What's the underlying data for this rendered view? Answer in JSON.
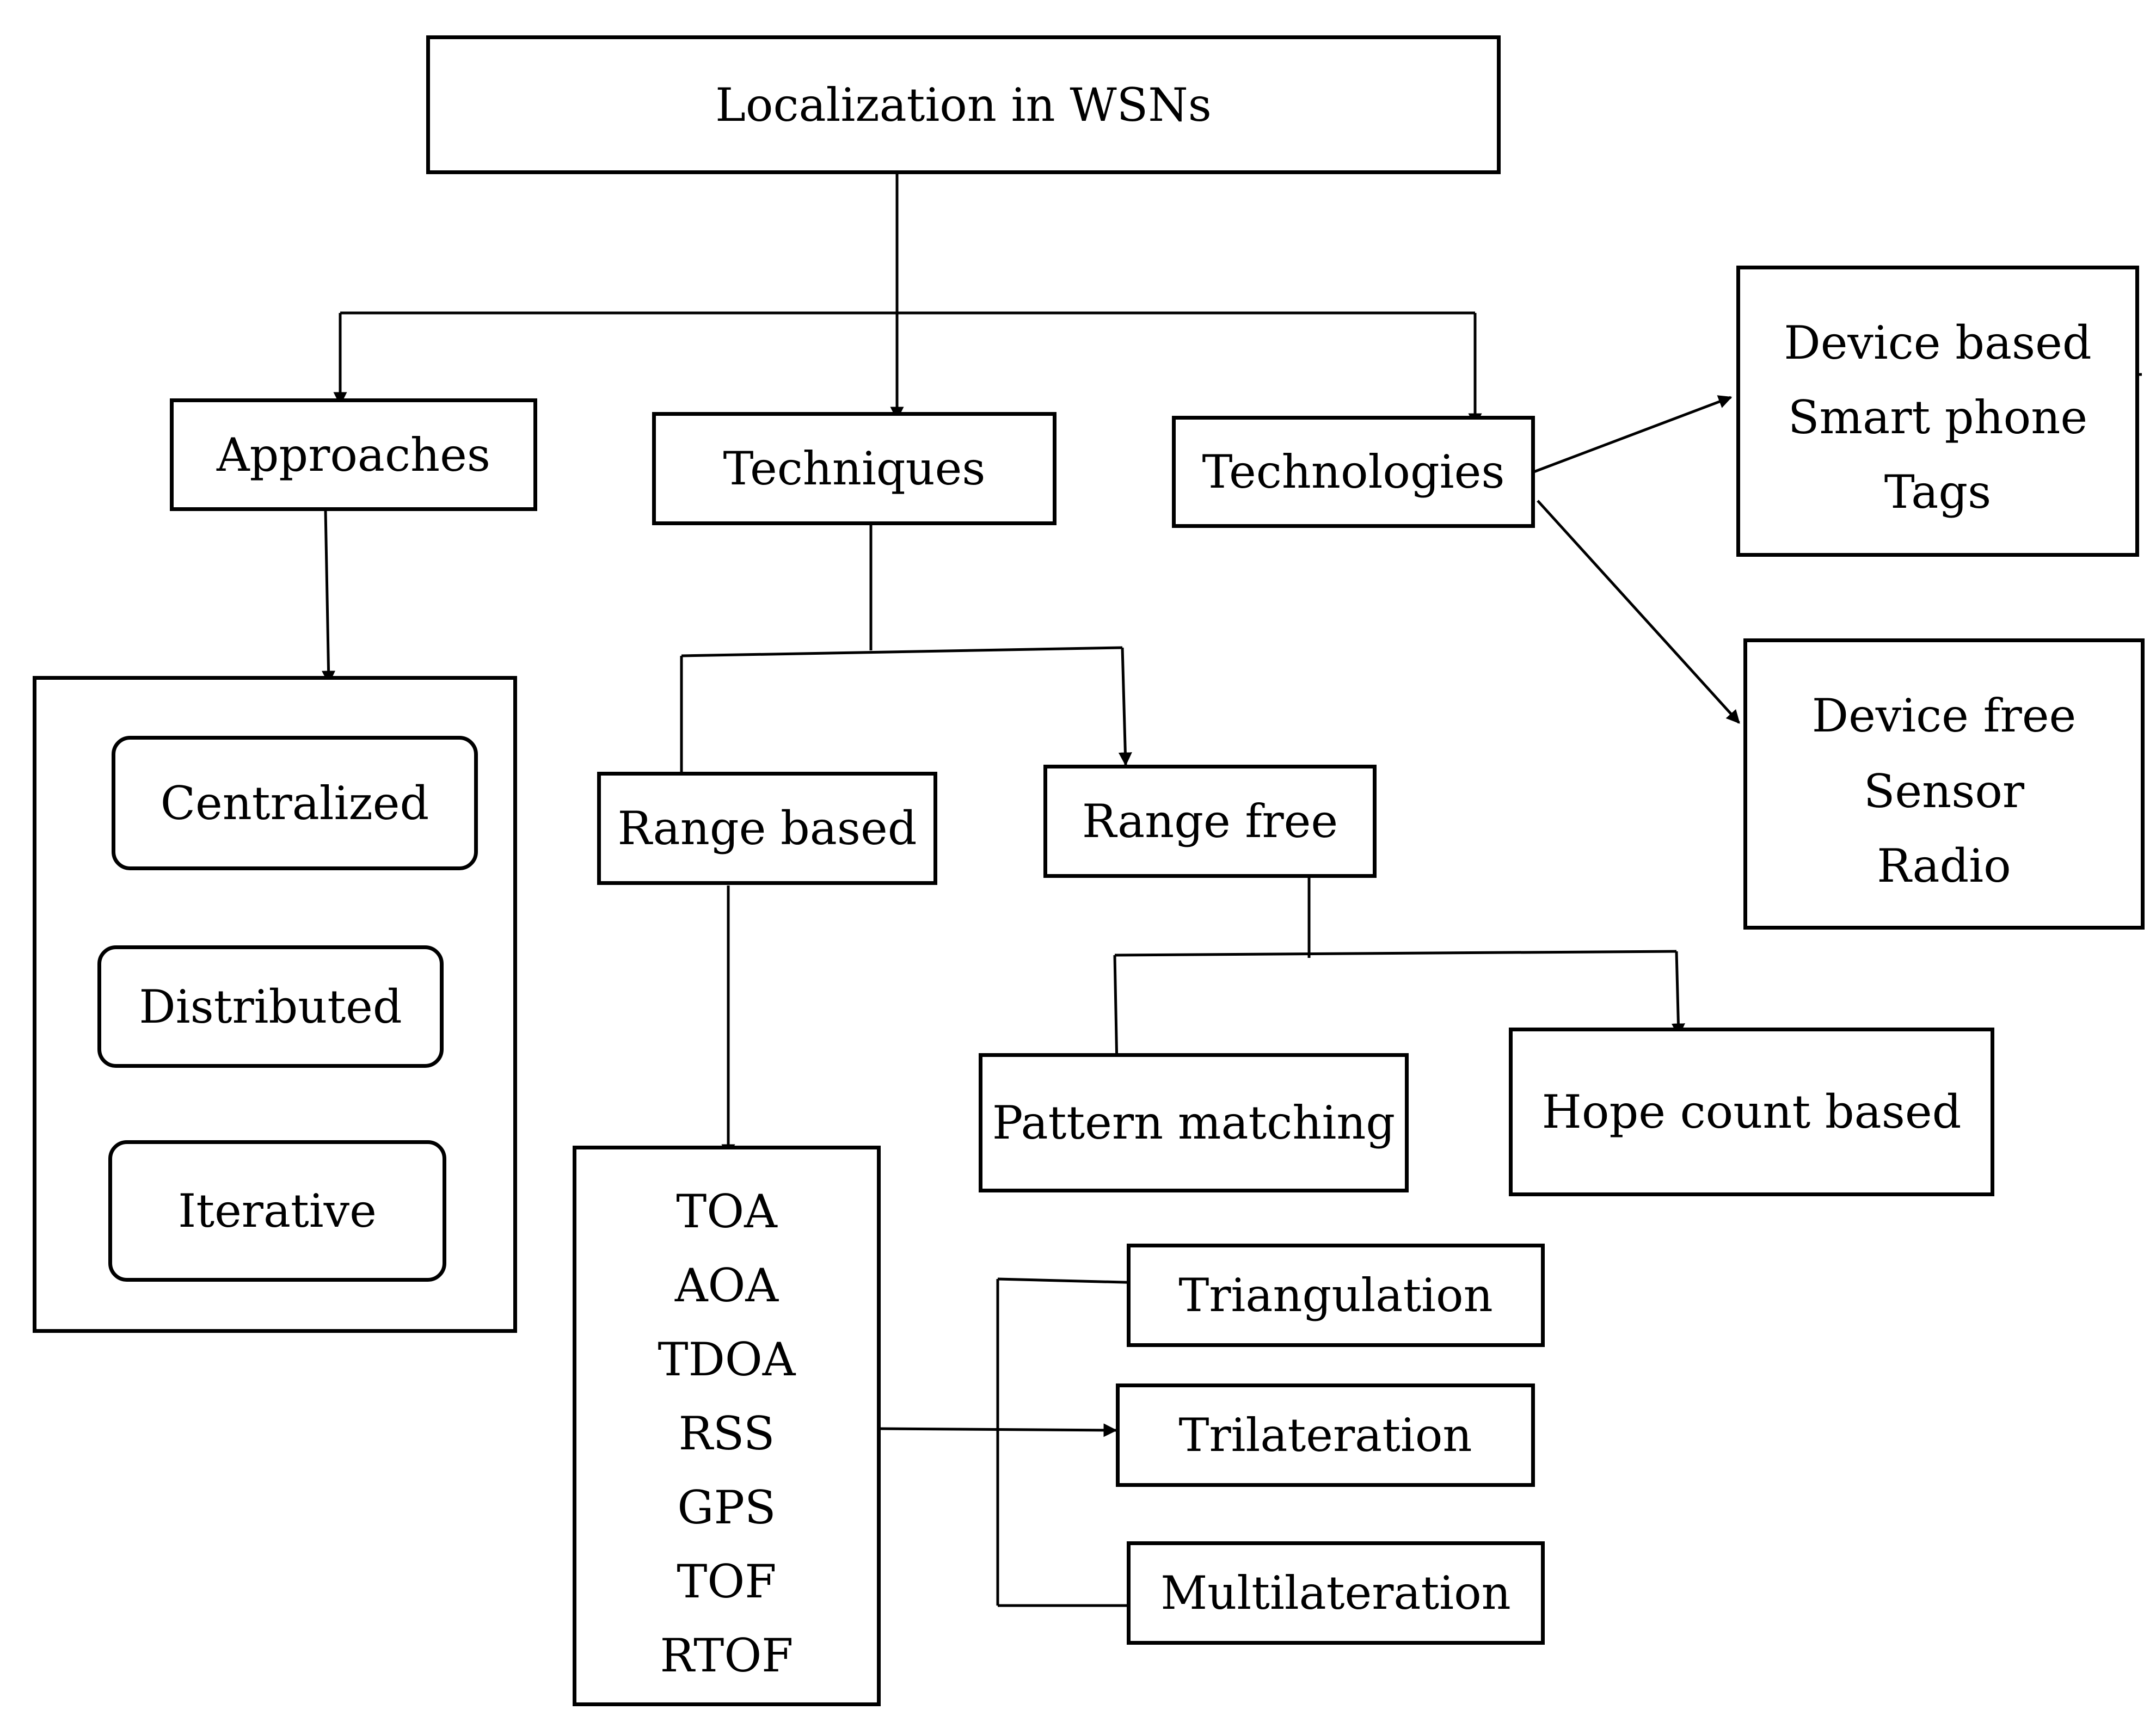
{
  "root": {
    "label": "Localization in WSNs"
  },
  "approaches": {
    "label": "Approaches",
    "items": [
      "Centralized",
      "Distributed",
      "Iterative"
    ]
  },
  "techniques": {
    "label": "Techniques",
    "range_based": {
      "label": "Range based",
      "methods": [
        "TOA",
        "AOA",
        "TDOA",
        "RSS",
        "GPS",
        "TOF",
        "RTOF"
      ],
      "outputs": [
        "Triangulation",
        "Trilateration",
        "Multilateration"
      ]
    },
    "range_free": {
      "label": "Range free",
      "children": [
        "Pattern matching",
        "Hope count based"
      ]
    }
  },
  "technologies": {
    "label": "Technologies",
    "device_based": {
      "title": "Device based",
      "items": [
        "Smart phone",
        "Tags"
      ]
    },
    "device_free": {
      "title": "Device free",
      "items": [
        "Sensor",
        "Radio"
      ]
    }
  }
}
